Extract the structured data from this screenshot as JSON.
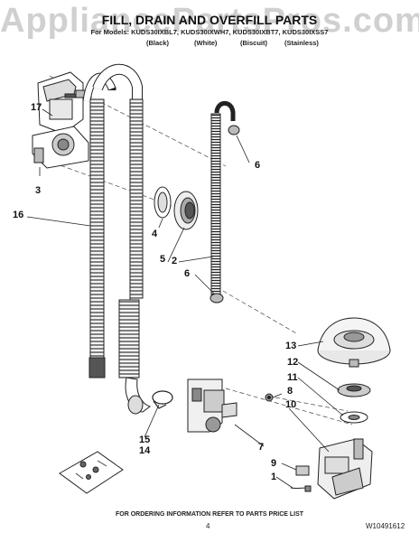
{
  "watermark": "AppliancePartsPros.com",
  "header": {
    "title": "FILL, DRAIN AND OVERFILL PARTS",
    "models": "For Models: KUDS30IXBL7, KUDS30IXWH7, KUDS30IXBT7, KUDS30IXSS7",
    "variants": [
      "(Black)",
      "(White)",
      "(Biscuit)",
      "(Stainless)"
    ]
  },
  "callouts": [
    "17",
    "3",
    "16",
    "4",
    "5",
    "2",
    "6",
    "6",
    "13",
    "12",
    "11",
    "8",
    "10",
    "7",
    "9",
    "1",
    "15",
    "14"
  ],
  "footer": {
    "ordering_note": "FOR ORDERING INFORMATION REFER TO PARTS PRICE LIST",
    "page_number": "4",
    "document_number": "W10491612"
  }
}
